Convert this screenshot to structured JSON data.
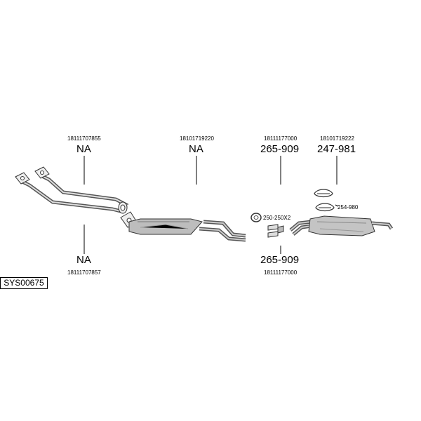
{
  "diagram": {
    "system_code": "SYS00675",
    "parts": [
      {
        "id": "front-pipe-upper",
        "part_number": "18111707855",
        "ref": "NA"
      },
      {
        "id": "front-pipe-lower",
        "part_number": "18111707857",
        "ref": "NA"
      },
      {
        "id": "middle-silencer",
        "part_number": "18101719220",
        "ref": "NA"
      },
      {
        "id": "clamp-upper",
        "part_number": "18111177000",
        "ref": "265-909"
      },
      {
        "id": "clamp-lower",
        "part_number": "18111177000",
        "ref": "265-909"
      },
      {
        "id": "rear-silencer",
        "part_number": "18101719222",
        "ref": "247-981"
      }
    ],
    "callouts": {
      "gasket": "250-250X2",
      "mounting": "254-980"
    }
  }
}
